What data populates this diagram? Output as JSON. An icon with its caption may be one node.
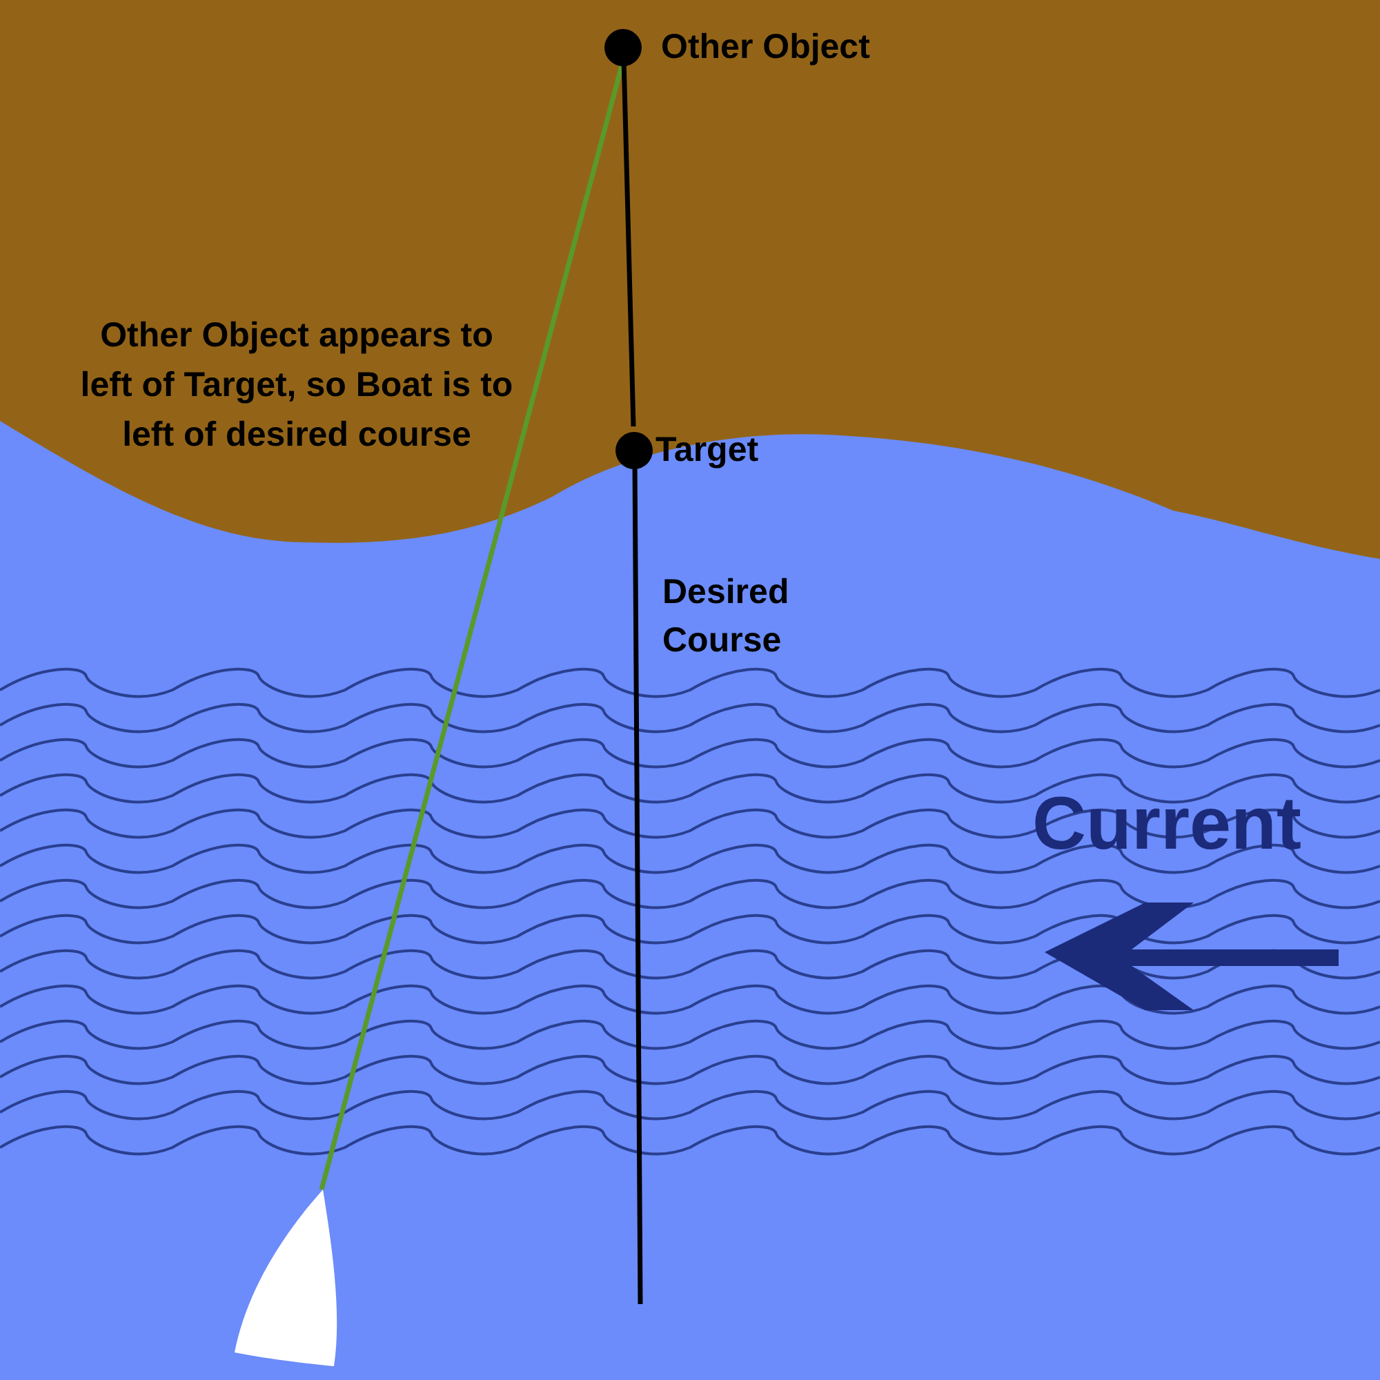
{
  "diagram": {
    "nodes": [
      {
        "text": [],
        "shape": "circle",
        "beside": [
          "Other Object"
        ]
      },
      {
        "text": [],
        "shape": "circle",
        "beside": [
          "Target"
        ]
      },
      {
        "text": [],
        "shape": "picture"
      }
    ],
    "edges": [
      {
        "from": 2,
        "to": 0,
        "arrow": "none",
        "color": "#5a9a2a"
      },
      {
        "from": 0,
        "to": 1,
        "arrow": "none"
      },
      {
        "from": 1,
        "to": null,
        "arrow": "none",
        "label": "Desired Course"
      }
    ],
    "labels": [
      "Other Object appears to left of Target, so Boat is to left of desired course",
      "Current"
    ]
  }
}
